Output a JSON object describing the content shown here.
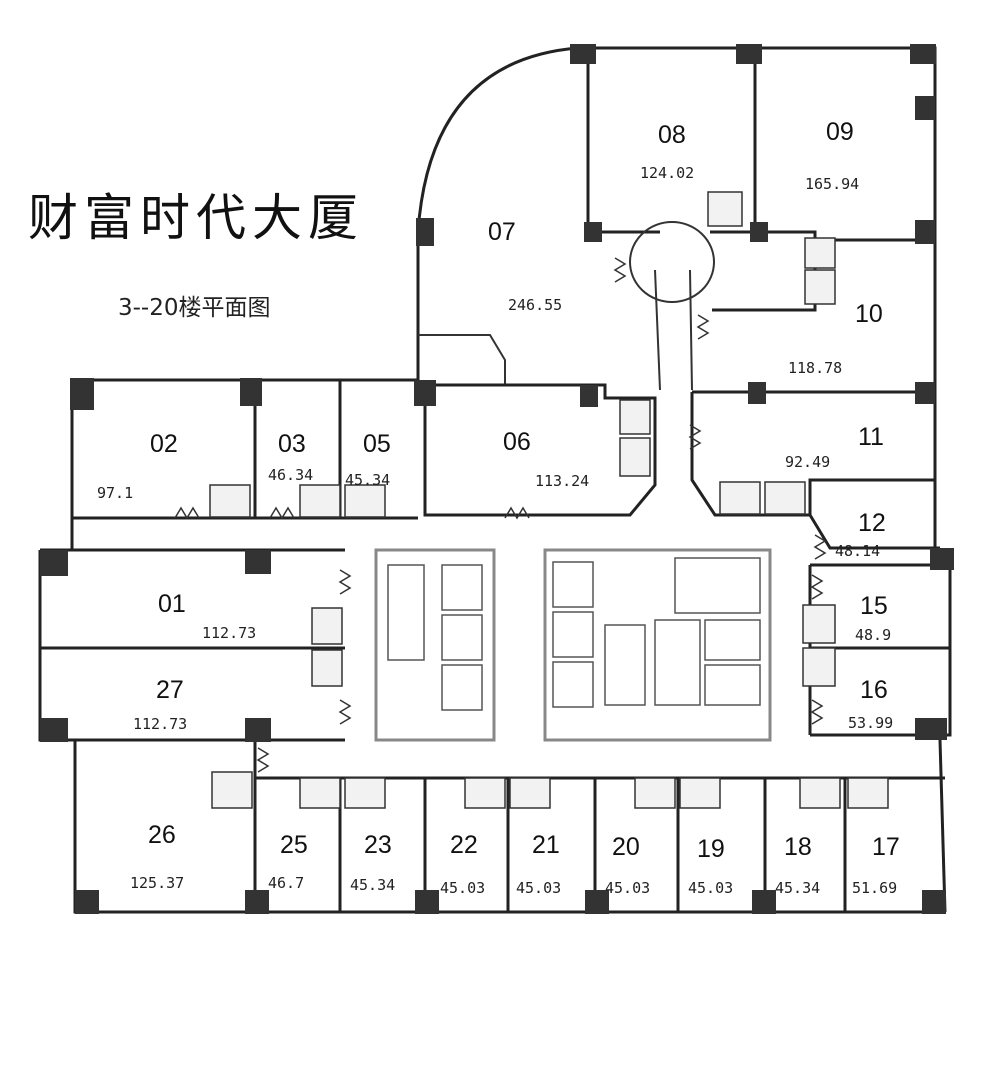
{
  "title": "财富时代大厦",
  "subtitle": "3--20楼平面图",
  "units": [
    {
      "id": "u01",
      "no": "01",
      "area": "112.73"
    },
    {
      "id": "u02",
      "no": "02",
      "area": "97.1"
    },
    {
      "id": "u03",
      "no": "03",
      "area": "46.34"
    },
    {
      "id": "u05",
      "no": "05",
      "area": "45.34"
    },
    {
      "id": "u06",
      "no": "06",
      "area": "113.24"
    },
    {
      "id": "u07",
      "no": "07",
      "area": "246.55"
    },
    {
      "id": "u08",
      "no": "08",
      "area": "124.02"
    },
    {
      "id": "u09",
      "no": "09",
      "area": "165.94"
    },
    {
      "id": "u10",
      "no": "10",
      "area": "118.78"
    },
    {
      "id": "u11",
      "no": "11",
      "area": "92.49"
    },
    {
      "id": "u12",
      "no": "12",
      "area": "48.14"
    },
    {
      "id": "u15",
      "no": "15",
      "area": "48.9"
    },
    {
      "id": "u16",
      "no": "16",
      "area": "53.99"
    },
    {
      "id": "u17",
      "no": "17",
      "area": "51.69"
    },
    {
      "id": "u18",
      "no": "18",
      "area": "45.34"
    },
    {
      "id": "u19",
      "no": "19",
      "area": "45.03"
    },
    {
      "id": "u20",
      "no": "20",
      "area": "45.03"
    },
    {
      "id": "u21",
      "no": "21",
      "area": "45.03"
    },
    {
      "id": "u22",
      "no": "22",
      "area": "45.03"
    },
    {
      "id": "u23",
      "no": "23",
      "area": "45.34"
    },
    {
      "id": "u25",
      "no": "25",
      "area": "46.7"
    },
    {
      "id": "u26",
      "no": "26",
      "area": "125.37"
    },
    {
      "id": "u27",
      "no": "27",
      "area": "112.73"
    }
  ]
}
